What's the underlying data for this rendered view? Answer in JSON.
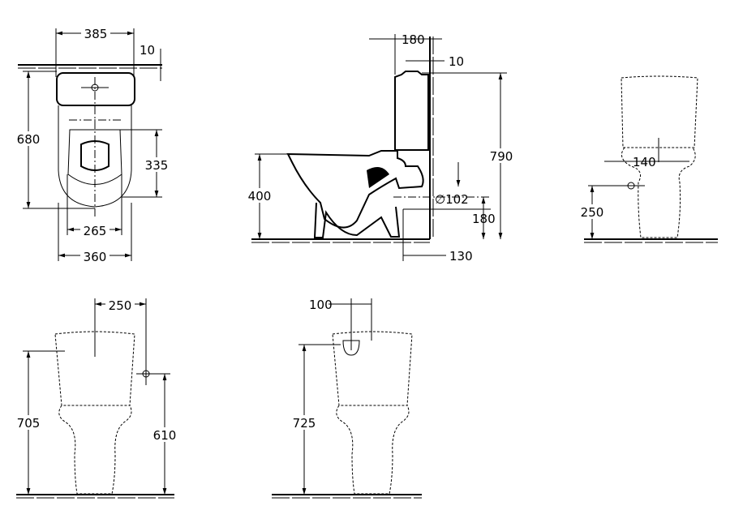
{
  "dimensions": {
    "top_view": {
      "width_tank": "385",
      "wall_gap": "10",
      "depth": "680",
      "seat_offset": "335",
      "seat_width": "265",
      "bowl_width": "360"
    },
    "side_view": {
      "tank_depth": "180",
      "wall_gap": "10",
      "height_total": "790",
      "seat_height": "400",
      "outlet_diameter": "∅102",
      "outlet_height": "180",
      "outlet_distance": "130"
    },
    "front_view_right": {
      "inlet_width": "140",
      "inlet_height": "250"
    },
    "front_view_left": {
      "inlet_offset": "250",
      "height_tank": "705",
      "inlet_height": "610"
    },
    "front_view_middle": {
      "flush_offset": "100",
      "height_tank": "725"
    }
  }
}
